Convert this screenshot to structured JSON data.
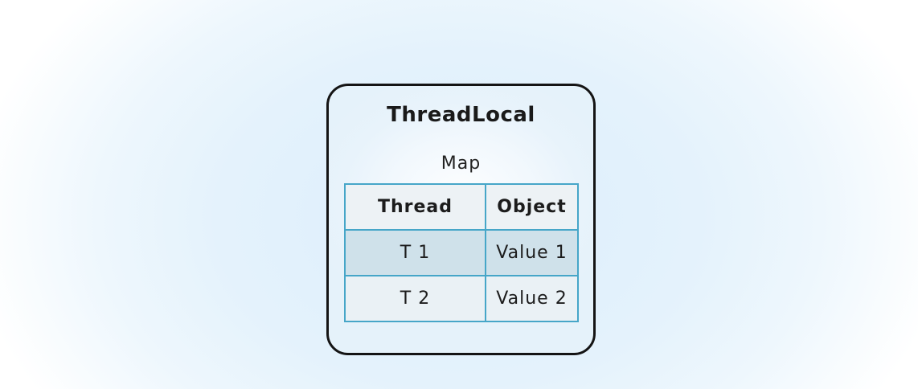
{
  "diagram": {
    "title": "ThreadLocal",
    "map_label": "Map",
    "table": {
      "headers": [
        "Thread",
        "Object"
      ],
      "rows": [
        [
          "T 1",
          "Value 1"
        ],
        [
          "T 2",
          "Value 2"
        ]
      ]
    },
    "colors": {
      "box_border": "#141414",
      "table_border": "#46a6c8",
      "header_bg": "#edf2f5",
      "highlight_row_bg": "#cfe1ea",
      "plain_row_bg": "#eaf1f5",
      "background_glow": "#dceefb",
      "text": "#1a1a1a"
    }
  }
}
